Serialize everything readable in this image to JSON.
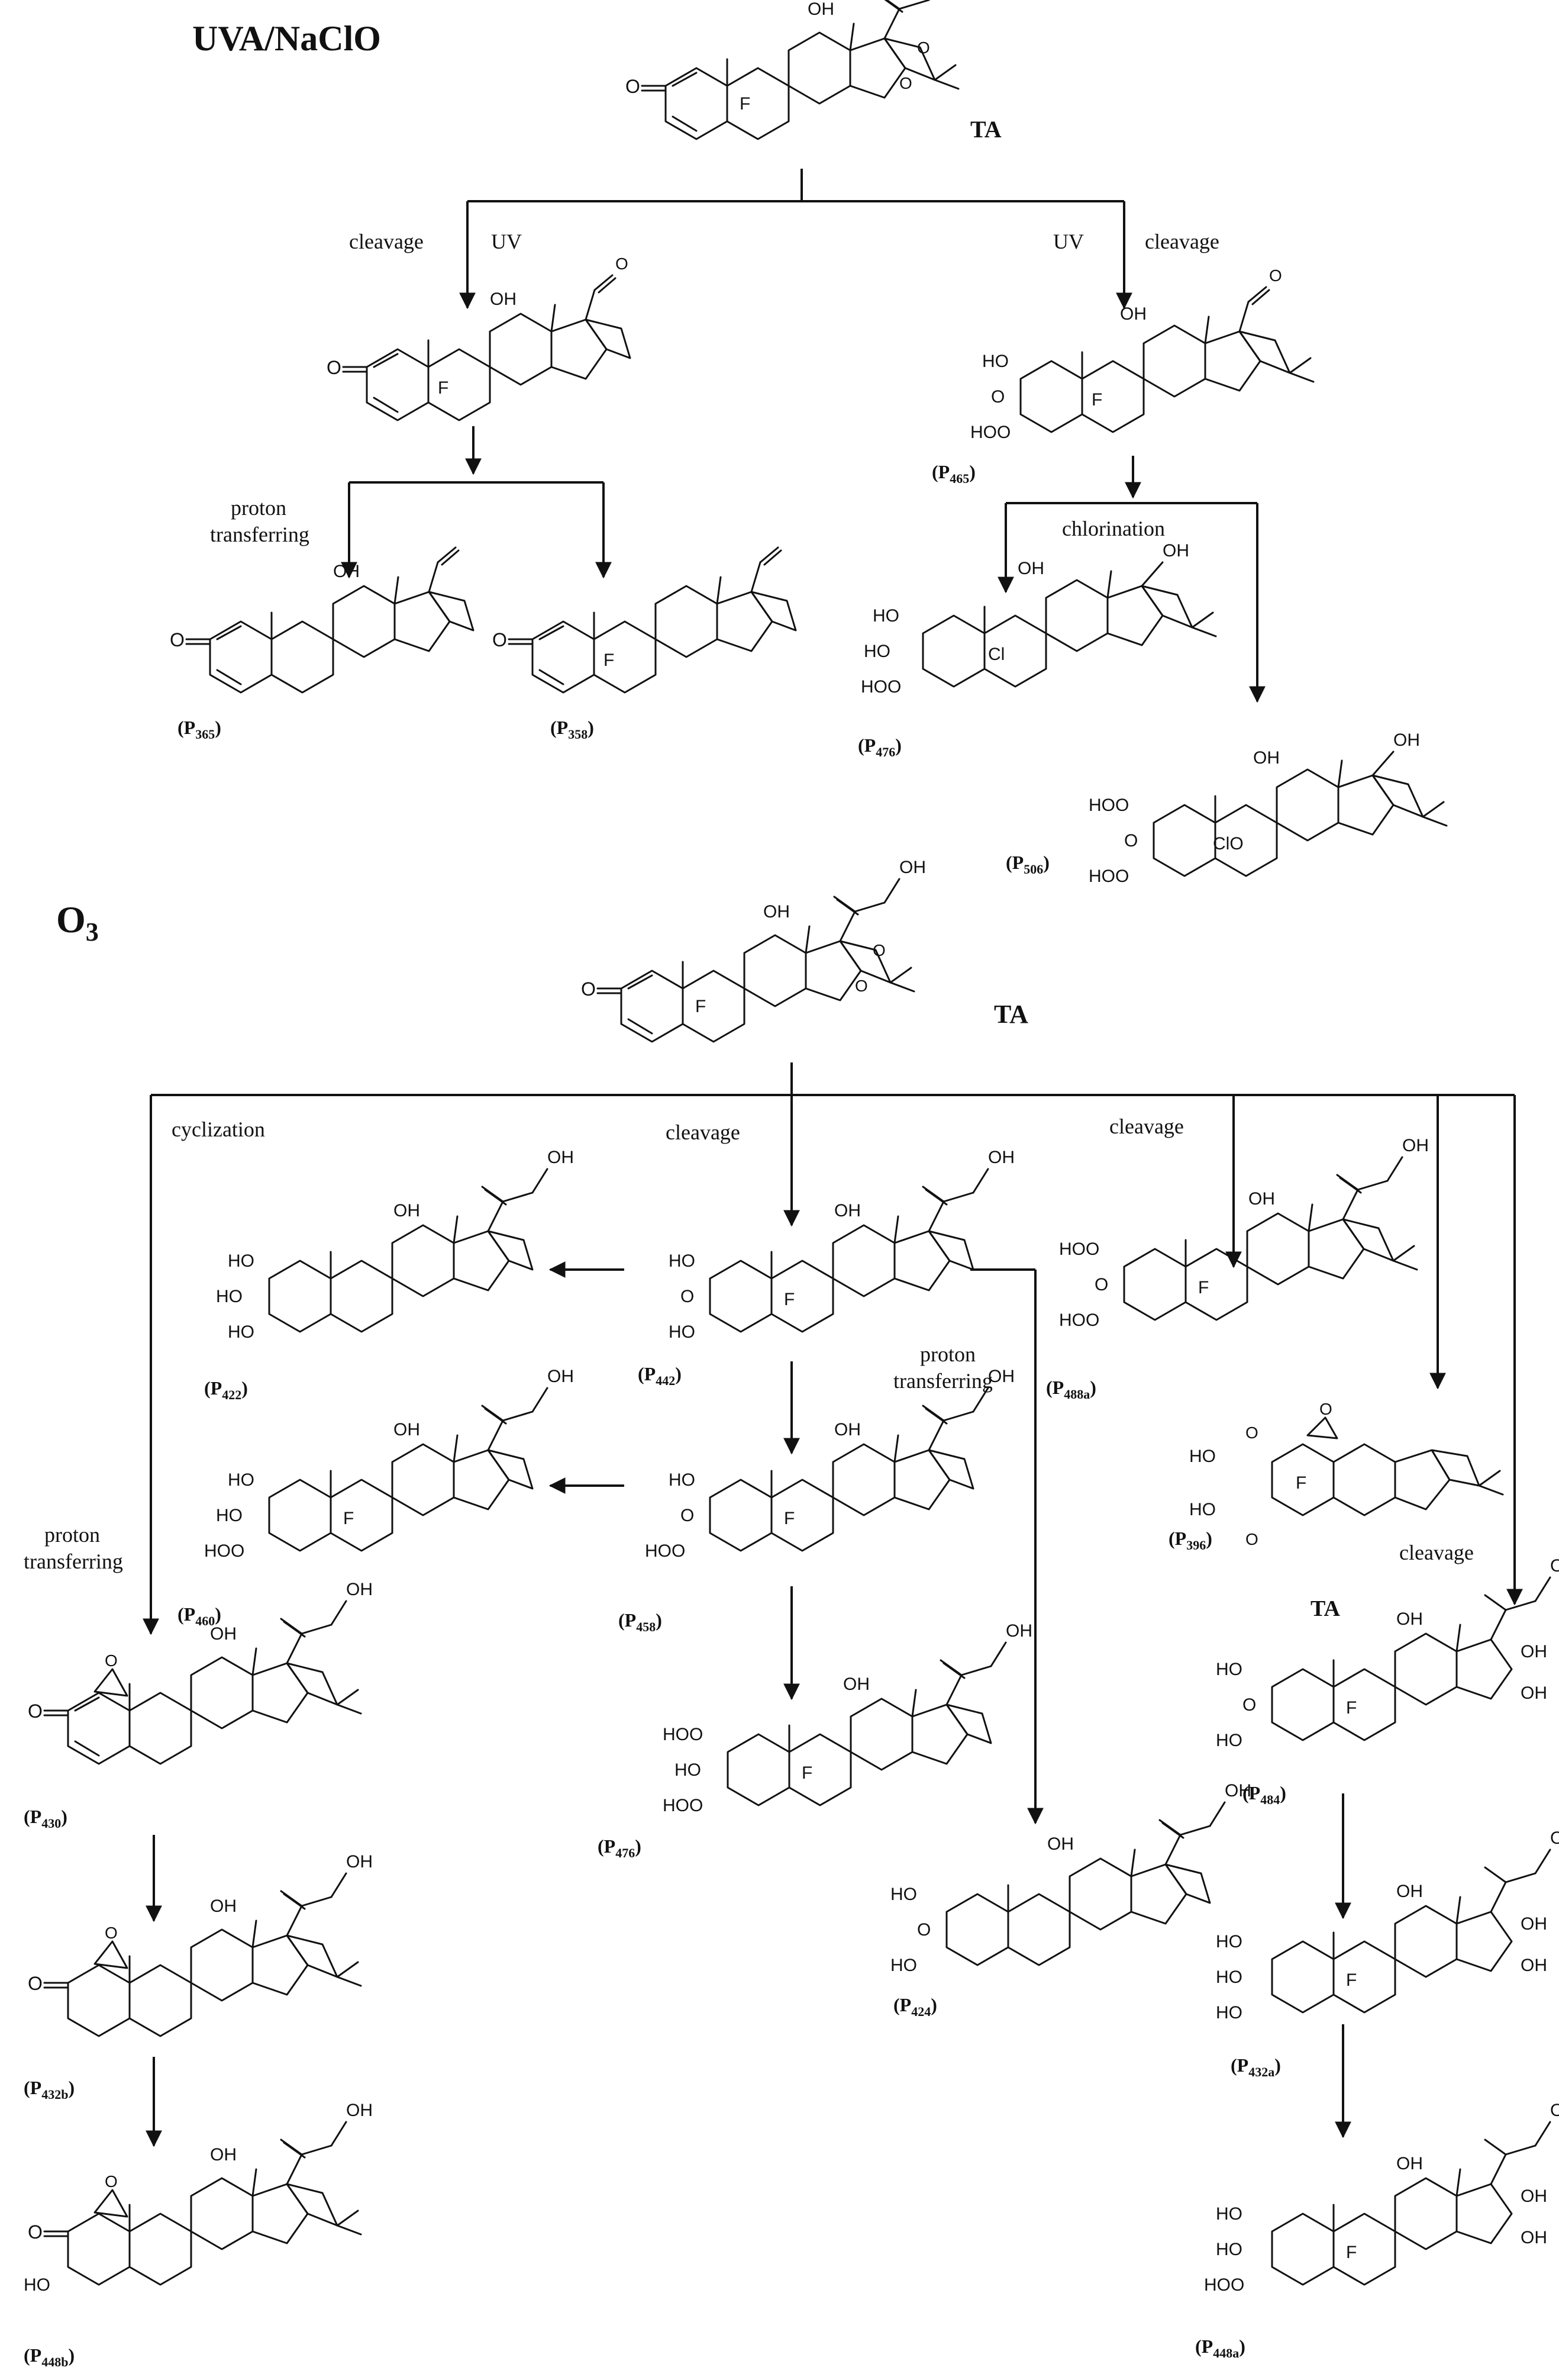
{
  "sections": {
    "uva_title": "UVA/NaClO",
    "o3_title": "O",
    "o3_sub": "3"
  },
  "compounds": {
    "ta": "TA",
    "ta_o3": "TA",
    "ta_mid": "TA",
    "p365": {
      "base": "(P",
      "sub": "365",
      "end": ")"
    },
    "p358": {
      "base": "(P",
      "sub": "358",
      "end": ")"
    },
    "p465": {
      "base": "(P",
      "sub": "465",
      "end": ")"
    },
    "p476a": {
      "base": "(P",
      "sub": "476",
      "end": ")"
    },
    "p506": {
      "base": "(P",
      "sub": "506",
      "end": ")"
    },
    "p422": {
      "base": "(P",
      "sub": "422",
      "end": ")"
    },
    "p442": {
      "base": "(P",
      "sub": "442",
      "end": ")"
    },
    "p488a": {
      "base": "(P",
      "sub": "488a",
      "end": ")"
    },
    "p396": {
      "base": "(P",
      "sub": "396",
      "end": ")"
    },
    "p460": {
      "base": "(P",
      "sub": "460",
      "end": ")"
    },
    "p458": {
      "base": "(P",
      "sub": "458",
      "end": ")"
    },
    "p430": {
      "base": "(P",
      "sub": "430",
      "end": ")"
    },
    "p476b": {
      "base": "(P",
      "sub": "476",
      "end": ")"
    },
    "p484": {
      "base": "(P",
      "sub": "484",
      "end": ")"
    },
    "p424": {
      "base": "(P",
      "sub": "424",
      "end": ")"
    },
    "p432a": {
      "base": "(P",
      "sub": "432a",
      "end": ")"
    },
    "p432b": {
      "base": "(P",
      "sub": "432b",
      "end": ")"
    },
    "p448a": {
      "base": "(P",
      "sub": "448a",
      "end": ")"
    },
    "p448b": {
      "base": "(P",
      "sub": "448b",
      "end": ")"
    }
  },
  "labels": {
    "cleavage": "cleavage",
    "uv": "UV",
    "proton": "proton",
    "transferring": "transferring",
    "chlorination": "chlorination",
    "cyclization": "cyclization"
  },
  "atoms": {
    "oh": "OH",
    "ho": "HO",
    "hoo": "HOO",
    "o": "O",
    "f": "F",
    "cl": "Cl",
    "clo": "ClO"
  }
}
